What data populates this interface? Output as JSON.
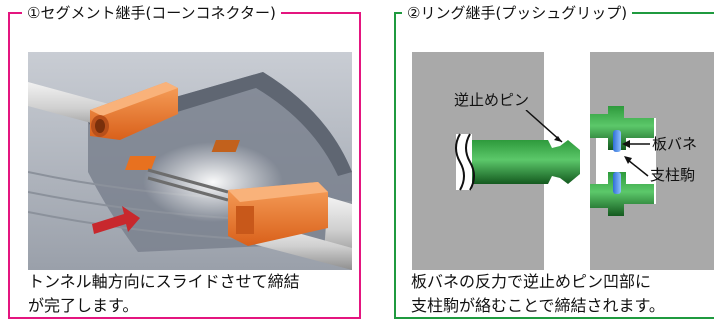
{
  "left_panel": {
    "title": "①セグメント継手(コーンコネクター)",
    "caption_line1": "トンネル軸方向にスライドさせて締結",
    "caption_line2": "が完了します。"
  },
  "right_panel": {
    "title": "②リング継手(プッシュグリップ)",
    "label_check_pin": "逆止めピン",
    "label_leaf_spring": "板バネ",
    "label_support_piece": "支柱駒",
    "caption_line1": "板バネの反力で逆止めピン凹部に",
    "caption_line2": "支柱駒が絡むことで締結されます。"
  },
  "colors": {
    "left_border": "#e4157f",
    "right_border": "#1f9a3f",
    "connector_orange": "#e8711f",
    "pin_green": "#1e7a2a",
    "segment_gray": "#a9a9a9"
  }
}
